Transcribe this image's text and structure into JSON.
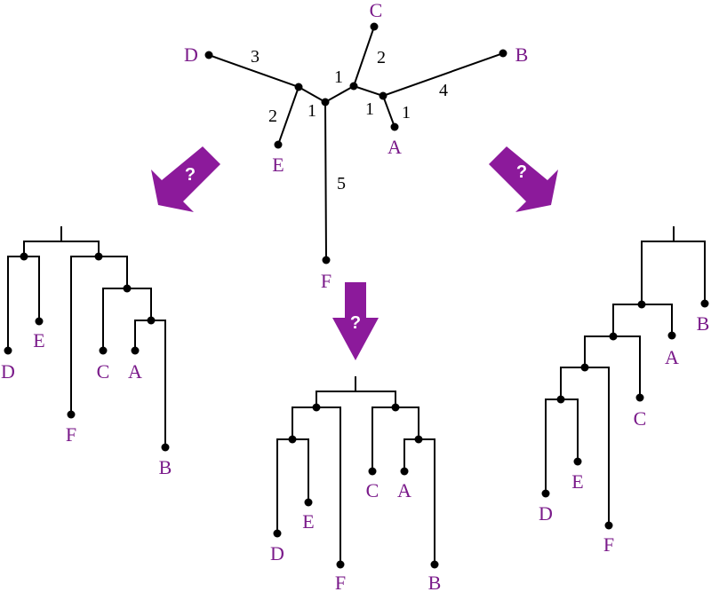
{
  "unrooted_tree": {
    "leaves": [
      "A",
      "B",
      "C",
      "D",
      "E",
      "F"
    ],
    "branch_lengths": [
      "3",
      "2",
      "1",
      "1",
      "1",
      "1",
      "4",
      "2",
      "5"
    ]
  },
  "arrows": {
    "left": "?",
    "center": "?",
    "right": "?"
  },
  "rooted_tree_left": {
    "leaves": [
      "D",
      "E",
      "F",
      "C",
      "A",
      "B"
    ]
  },
  "rooted_tree_center": {
    "leaves": [
      "D",
      "E",
      "F",
      "C",
      "A",
      "B"
    ]
  },
  "rooted_tree_right": {
    "leaves": [
      "B",
      "A",
      "C",
      "E",
      "D",
      "F"
    ]
  },
  "colors": {
    "label": "#7a1a8a",
    "arrow": "#8c1a9b",
    "line": "#000000"
  }
}
